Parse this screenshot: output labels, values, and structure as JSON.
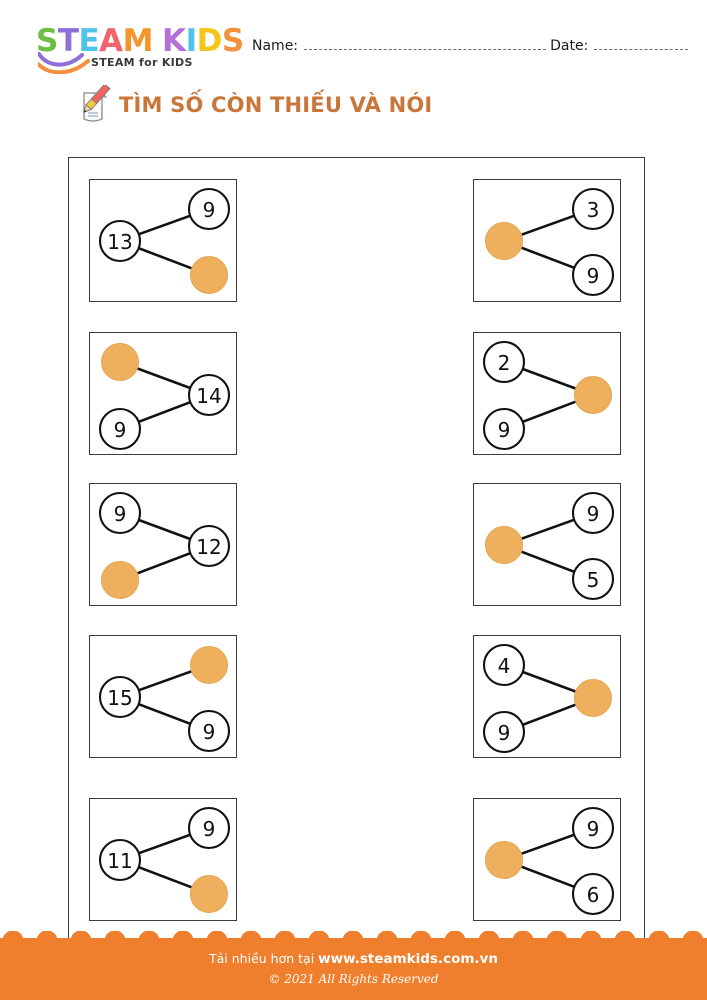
{
  "brand": {
    "logo_letters": [
      {
        "ch": "S",
        "color": "#6CBE45"
      },
      {
        "ch": "T",
        "color": "#8E6FD8"
      },
      {
        "ch": "E",
        "color": "#4FC3E8"
      },
      {
        "ch": "A",
        "color": "#F2646B"
      },
      {
        "ch": "M",
        "color": "#F4952B"
      },
      {
        "ch": "K",
        "color": "#B56FD8"
      },
      {
        "ch": "I",
        "color": "#4FC3E8"
      },
      {
        "ch": "D",
        "color": "#F5C518"
      },
      {
        "ch": "S",
        "color": "#F4903B"
      }
    ],
    "tagline": "STEAM for KIDS",
    "swoosh_icon": "swoosh-icon"
  },
  "header": {
    "name_label": "Name:",
    "date_label": "Date:"
  },
  "title": {
    "icon": "pencil-note-icon",
    "text": "TÌM SỐ CÒN THIẾU VÀ NÓI",
    "color": "#C8763A"
  },
  "colors": {
    "blank_circle": "#EFB05E",
    "ink": "#111111",
    "frame": "#3b3b3b",
    "footer_bg": "#EF7E2D"
  },
  "problems": [
    {
      "id": 1,
      "orientation": "whole-left",
      "whole": "13",
      "part_top": "9",
      "part_bottom": "",
      "blank": "part_bottom"
    },
    {
      "id": 2,
      "orientation": "whole-left",
      "whole": "",
      "part_top": "3",
      "part_bottom": "9",
      "blank": "whole"
    },
    {
      "id": 3,
      "orientation": "whole-right",
      "whole": "14",
      "part_top": "",
      "part_bottom": "9",
      "blank": "part_top"
    },
    {
      "id": 4,
      "orientation": "whole-right",
      "whole": "",
      "part_top": "2",
      "part_bottom": "9",
      "blank": "whole"
    },
    {
      "id": 5,
      "orientation": "whole-right",
      "whole": "12",
      "part_top": "9",
      "part_bottom": "",
      "blank": "part_bottom"
    },
    {
      "id": 6,
      "orientation": "whole-left",
      "whole": "",
      "part_top": "9",
      "part_bottom": "5",
      "blank": "whole"
    },
    {
      "id": 7,
      "orientation": "whole-left",
      "whole": "15",
      "part_top": "",
      "part_bottom": "9",
      "blank": "part_top"
    },
    {
      "id": 8,
      "orientation": "whole-right",
      "whole": "",
      "part_top": "4",
      "part_bottom": "9",
      "blank": "whole"
    },
    {
      "id": 9,
      "orientation": "whole-left",
      "whole": "11",
      "part_top": "9",
      "part_bottom": "",
      "blank": "part_bottom"
    },
    {
      "id": 10,
      "orientation": "whole-left",
      "whole": "",
      "part_top": "9",
      "part_bottom": "6",
      "blank": "whole"
    }
  ],
  "footer": {
    "line1_prefix": "Tải nhiều hơn tại ",
    "line1_site": "www.steamkids.com.vn",
    "line2": "© 2021 All Rights Reserved"
  }
}
